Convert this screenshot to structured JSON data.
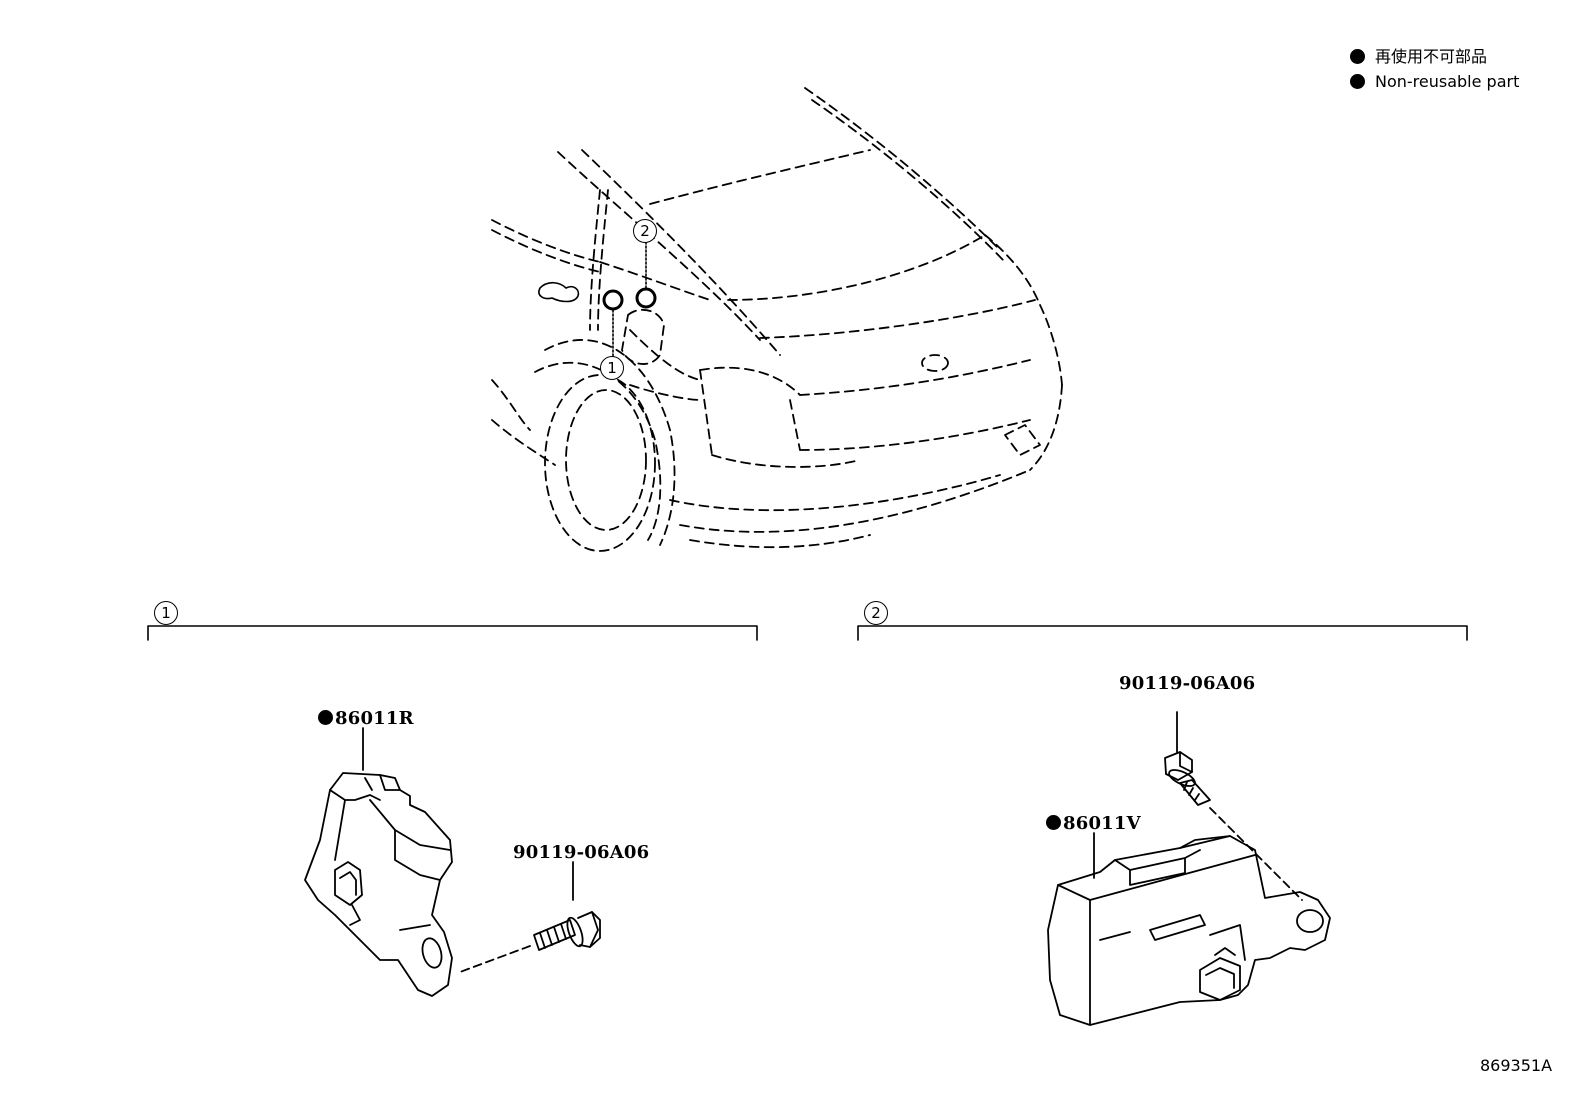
{
  "legend": {
    "non_reusable_ja": "再使用不可部品",
    "non_reusable_en": "Non-reusable part"
  },
  "callouts": {
    "one": "1",
    "two": "2"
  },
  "section1": {
    "number": "1",
    "sensor_part": "86011R",
    "bolt_part": "90119-06A06"
  },
  "section2": {
    "number": "2",
    "sensor_part": "86011V",
    "bolt_part": "90119-06A06"
  },
  "illustration_id": "869351A"
}
